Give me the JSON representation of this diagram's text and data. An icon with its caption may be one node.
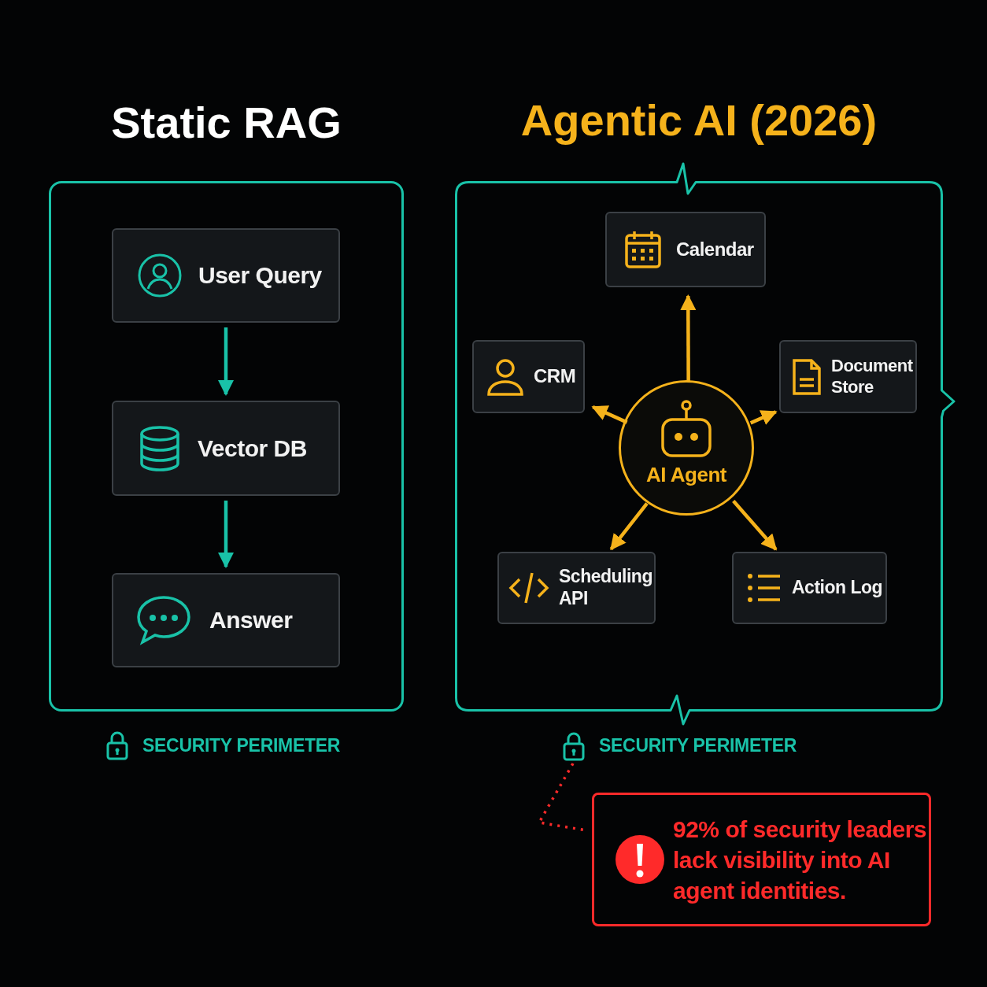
{
  "diagram": {
    "nodes": [
      {
        "text": [
          "Static RAG"
        ],
        "beside": [
          "SECURITY PERIMETER"
        ]
      },
      {
        "text": [
          "User Query"
        ],
        "in": 0
      },
      {
        "text": [
          "Vector DB"
        ],
        "in": 0
      },
      {
        "text": [
          "Answer"
        ],
        "in": 0
      },
      {
        "text": [
          "Agentic AI (2026)"
        ]
      },
      {
        "text": [
          "Calendar"
        ],
        "in": 4
      },
      {
        "text": [
          "CRM"
        ],
        "in": 4
      },
      {
        "text": [
          "AI Agent"
        ],
        "in": 4
      },
      {
        "text": [
          "Document Store"
        ],
        "in": 4
      },
      {
        "text": [
          "Scheduling API"
        ],
        "in": 4
      },
      {
        "text": [
          "Action Log"
        ],
        "in": 4
      },
      {
        "text": [
          "SECURITY PERIMETER"
        ]
      },
      {
        "text": [
          "92% of security leaders lack visibility into AI agent identities."
        ]
      }
    ],
    "edges": [
      {
        "from": 1,
        "to": 2,
        "arrow": "to",
        "color": "#19c2a8"
      },
      {
        "from": 2,
        "to": 3,
        "arrow": "to",
        "color": "#19c2a8"
      },
      {
        "from": 7,
        "to": 5,
        "arrow": "to"
      },
      {
        "from": 7,
        "to": 6,
        "arrow": "to"
      },
      {
        "from": 7,
        "to": 8,
        "arrow": "to"
      },
      {
        "from": 7,
        "to": 9,
        "arrow": "to"
      },
      {
        "from": 7,
        "to": 10,
        "arrow": "to"
      },
      {
        "from": 11,
        "to": 12,
        "arrow": "none",
        "style": "dashed",
        "color": "#ff2a2a"
      }
    ]
  }
}
